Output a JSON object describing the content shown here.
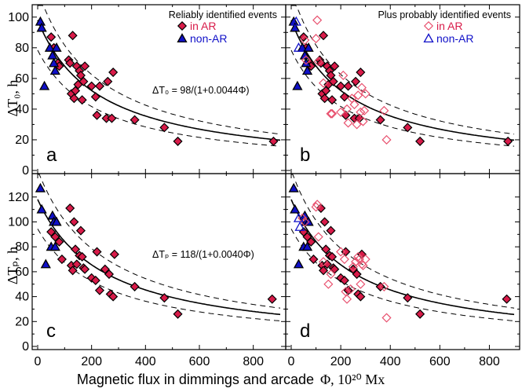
{
  "figure": {
    "xlabel": "Magnetic flux in dimmings and arcade",
    "xlabel_symbol": "Φ, 10²⁰ Mx",
    "ylabel_top": "ΔT₀, h",
    "ylabel_bottom": "ΔTₚ, h"
  },
  "colors": {
    "ar": "#d81b49",
    "nonar": "#1010c8",
    "prob": "#e8506e",
    "fit": "#000000"
  },
  "chart_data": [
    {
      "id": "a",
      "type": "scatter",
      "panel_label": "a",
      "legend_title": "Reliably identified events",
      "legend": [
        {
          "label": "in AR",
          "marker": "diamond-filled"
        },
        {
          "label": "non-AR",
          "marker": "triangle-filled"
        }
      ],
      "fit_label": "ΔT₀ = 98/(1+0.0044Φ)",
      "fit": {
        "a": 98,
        "b": 0.0044,
        "band": [
          0.8,
          1.2
        ]
      },
      "xlim": [
        0,
        900
      ],
      "ylim": [
        0,
        105
      ],
      "xticks": [
        0,
        200,
        400,
        600,
        800
      ],
      "yticks": [
        0,
        20,
        40,
        60,
        80,
        100
      ],
      "series": [
        {
          "name": "in AR",
          "points": [
            [
              50,
              87
            ],
            [
              60,
              80
            ],
            [
              75,
              70
            ],
            [
              80,
              68
            ],
            [
              115,
              72
            ],
            [
              120,
              70
            ],
            [
              125,
              50
            ],
            [
              130,
              88
            ],
            [
              135,
              47
            ],
            [
              140,
              52
            ],
            [
              145,
              68
            ],
            [
              150,
              56
            ],
            [
              155,
              65
            ],
            [
              160,
              62
            ],
            [
              165,
              46
            ],
            [
              170,
              58
            ],
            [
              175,
              68
            ],
            [
              200,
              55
            ],
            [
              215,
              48
            ],
            [
              220,
              36
            ],
            [
              230,
              55
            ],
            [
              255,
              34
            ],
            [
              260,
              58
            ],
            [
              275,
              34
            ],
            [
              280,
              64
            ],
            [
              360,
              33
            ],
            [
              470,
              28
            ],
            [
              520,
              19
            ],
            [
              875,
              19
            ]
          ]
        },
        {
          "name": "non-AR",
          "points": [
            [
              10,
              97
            ],
            [
              15,
              93
            ],
            [
              25,
              55
            ],
            [
              45,
              80
            ],
            [
              55,
              75
            ],
            [
              60,
              70
            ],
            [
              65,
              65
            ],
            [
              70,
              80
            ]
          ]
        }
      ]
    },
    {
      "id": "b",
      "type": "scatter",
      "panel_label": "b",
      "legend_title": "Plus probably identified events",
      "legend": [
        {
          "label": "in AR",
          "marker": "diamond-open"
        },
        {
          "label": "non-AR",
          "marker": "triangle-open"
        }
      ],
      "xlim": [
        0,
        900
      ],
      "ylim": [
        0,
        105
      ],
      "xticks": [
        0,
        200,
        400,
        600,
        800
      ],
      "yticks": [
        0,
        20,
        40,
        60,
        80,
        100
      ],
      "series": [
        {
          "name": "in AR",
          "points": [
            [
              50,
              87
            ],
            [
              60,
              80
            ],
            [
              75,
              70
            ],
            [
              80,
              68
            ],
            [
              115,
              72
            ],
            [
              120,
              70
            ],
            [
              125,
              50
            ],
            [
              130,
              88
            ],
            [
              135,
              47
            ],
            [
              140,
              52
            ],
            [
              145,
              68
            ],
            [
              150,
              56
            ],
            [
              155,
              65
            ],
            [
              160,
              62
            ],
            [
              165,
              46
            ],
            [
              170,
              58
            ],
            [
              175,
              68
            ],
            [
              200,
              55
            ],
            [
              215,
              48
            ],
            [
              220,
              36
            ],
            [
              230,
              55
            ],
            [
              255,
              34
            ],
            [
              260,
              58
            ],
            [
              275,
              34
            ],
            [
              280,
              64
            ],
            [
              360,
              33
            ],
            [
              470,
              28
            ],
            [
              520,
              19
            ],
            [
              875,
              19
            ]
          ]
        },
        {
          "name": "non-AR",
          "points": [
            [
              10,
              97
            ],
            [
              15,
              93
            ],
            [
              25,
              55
            ],
            [
              45,
              80
            ],
            [
              55,
              75
            ],
            [
              60,
              70
            ],
            [
              65,
              65
            ],
            [
              70,
              80
            ]
          ]
        },
        {
          "name": "in AR (probable)",
          "points": [
            [
              55,
              85
            ],
            [
              60,
              72
            ],
            [
              100,
              86
            ],
            [
              105,
              98
            ],
            [
              110,
              71
            ],
            [
              130,
              57
            ],
            [
              160,
              37
            ],
            [
              165,
              37
            ],
            [
              200,
              38
            ],
            [
              210,
              62
            ],
            [
              225,
              40
            ],
            [
              230,
              31
            ],
            [
              245,
              47
            ],
            [
              255,
              43
            ],
            [
              265,
              30
            ],
            [
              270,
              49
            ],
            [
              280,
              38
            ],
            [
              285,
              54
            ],
            [
              290,
              32
            ],
            [
              295,
              39
            ],
            [
              300,
              50
            ],
            [
              375,
              39
            ],
            [
              385,
              20
            ]
          ]
        },
        {
          "name": "non-AR (probable)",
          "points": [
            [
              20,
              97
            ],
            [
              30,
              80
            ]
          ]
        }
      ]
    },
    {
      "id": "c",
      "type": "scatter",
      "panel_label": "c",
      "fit_label": "ΔTₚ = 118/(1+0.0040Φ)",
      "fit": {
        "a": 118,
        "b": 0.004,
        "band": [
          0.8,
          1.2
        ]
      },
      "xlim": [
        0,
        900
      ],
      "ylim": [
        0,
        135
      ],
      "xticks": [
        0,
        200,
        400,
        600,
        800
      ],
      "yticks": [
        0,
        10,
        20,
        30,
        40,
        50,
        60,
        70,
        80,
        90,
        100,
        110,
        120
      ],
      "ytick_labels": [
        0,
        20,
        40,
        60,
        80,
        100,
        120
      ],
      "series": [
        {
          "name": "in AR",
          "points": [
            [
              50,
              92
            ],
            [
              65,
              88
            ],
            [
              80,
              84
            ],
            [
              90,
              70
            ],
            [
              120,
              111
            ],
            [
              125,
              65
            ],
            [
              130,
              61
            ],
            [
              135,
              100
            ],
            [
              140,
              78
            ],
            [
              145,
              66
            ],
            [
              155,
              73
            ],
            [
              160,
              93
            ],
            [
              165,
              72
            ],
            [
              170,
              63
            ],
            [
              175,
              62
            ],
            [
              200,
              55
            ],
            [
              215,
              53
            ],
            [
              220,
              76
            ],
            [
              230,
              45
            ],
            [
              250,
              62
            ],
            [
              265,
              58
            ],
            [
              270,
              42
            ],
            [
              280,
              40
            ],
            [
              285,
              74
            ],
            [
              360,
              48
            ],
            [
              470,
              39
            ],
            [
              520,
              26
            ],
            [
              870,
              38
            ]
          ]
        },
        {
          "name": "non-AR",
          "points": [
            [
              10,
              127
            ],
            [
              15,
              110
            ],
            [
              30,
              66
            ],
            [
              50,
              80
            ],
            [
              55,
              105
            ],
            [
              60,
              100
            ],
            [
              65,
              80
            ],
            [
              70,
              100
            ]
          ]
        }
      ]
    },
    {
      "id": "d",
      "type": "scatter",
      "panel_label": "d",
      "xlim": [
        0,
        900
      ],
      "ylim": [
        0,
        135
      ],
      "xticks": [
        0,
        200,
        400,
        600,
        800
      ],
      "yticks": [
        0,
        10,
        20,
        30,
        40,
        50,
        60,
        70,
        80,
        90,
        100,
        110,
        120
      ],
      "ytick_labels": [
        0,
        20,
        40,
        60,
        80,
        100,
        120
      ],
      "series": [
        {
          "name": "in AR",
          "points": [
            [
              50,
              92
            ],
            [
              65,
              88
            ],
            [
              80,
              84
            ],
            [
              90,
              70
            ],
            [
              120,
              111
            ],
            [
              125,
              65
            ],
            [
              130,
              61
            ],
            [
              135,
              100
            ],
            [
              140,
              78
            ],
            [
              145,
              66
            ],
            [
              155,
              73
            ],
            [
              160,
              93
            ],
            [
              165,
              72
            ],
            [
              170,
              63
            ],
            [
              175,
              62
            ],
            [
              200,
              55
            ],
            [
              215,
              53
            ],
            [
              220,
              76
            ],
            [
              230,
              45
            ],
            [
              250,
              62
            ],
            [
              265,
              58
            ],
            [
              270,
              42
            ],
            [
              280,
              40
            ],
            [
              285,
              74
            ],
            [
              360,
              48
            ],
            [
              470,
              39
            ],
            [
              520,
              26
            ],
            [
              870,
              38
            ]
          ]
        },
        {
          "name": "non-AR",
          "points": [
            [
              10,
              127
            ],
            [
              15,
              110
            ],
            [
              30,
              66
            ],
            [
              50,
              80
            ],
            [
              55,
              105
            ],
            [
              60,
              100
            ],
            [
              65,
              80
            ],
            [
              70,
              100
            ]
          ]
        },
        {
          "name": "in AR (probable)",
          "points": [
            [
              45,
              103
            ],
            [
              55,
              100
            ],
            [
              100,
              112
            ],
            [
              105,
              114
            ],
            [
              110,
              88
            ],
            [
              130,
              68
            ],
            [
              150,
              50
            ],
            [
              160,
              58
            ],
            [
              200,
              76
            ],
            [
              215,
              70
            ],
            [
              220,
              44
            ],
            [
              225,
              38
            ],
            [
              240,
              46
            ],
            [
              250,
              64
            ],
            [
              260,
              68
            ],
            [
              270,
              72
            ],
            [
              275,
              70
            ],
            [
              280,
              50
            ],
            [
              285,
              66
            ],
            [
              290,
              65
            ],
            [
              300,
              70
            ],
            [
              375,
              48
            ],
            [
              385,
              23
            ]
          ]
        },
        {
          "name": "non-AR (probable)",
          "points": [
            [
              30,
              103
            ],
            [
              35,
              96
            ]
          ]
        }
      ]
    }
  ]
}
